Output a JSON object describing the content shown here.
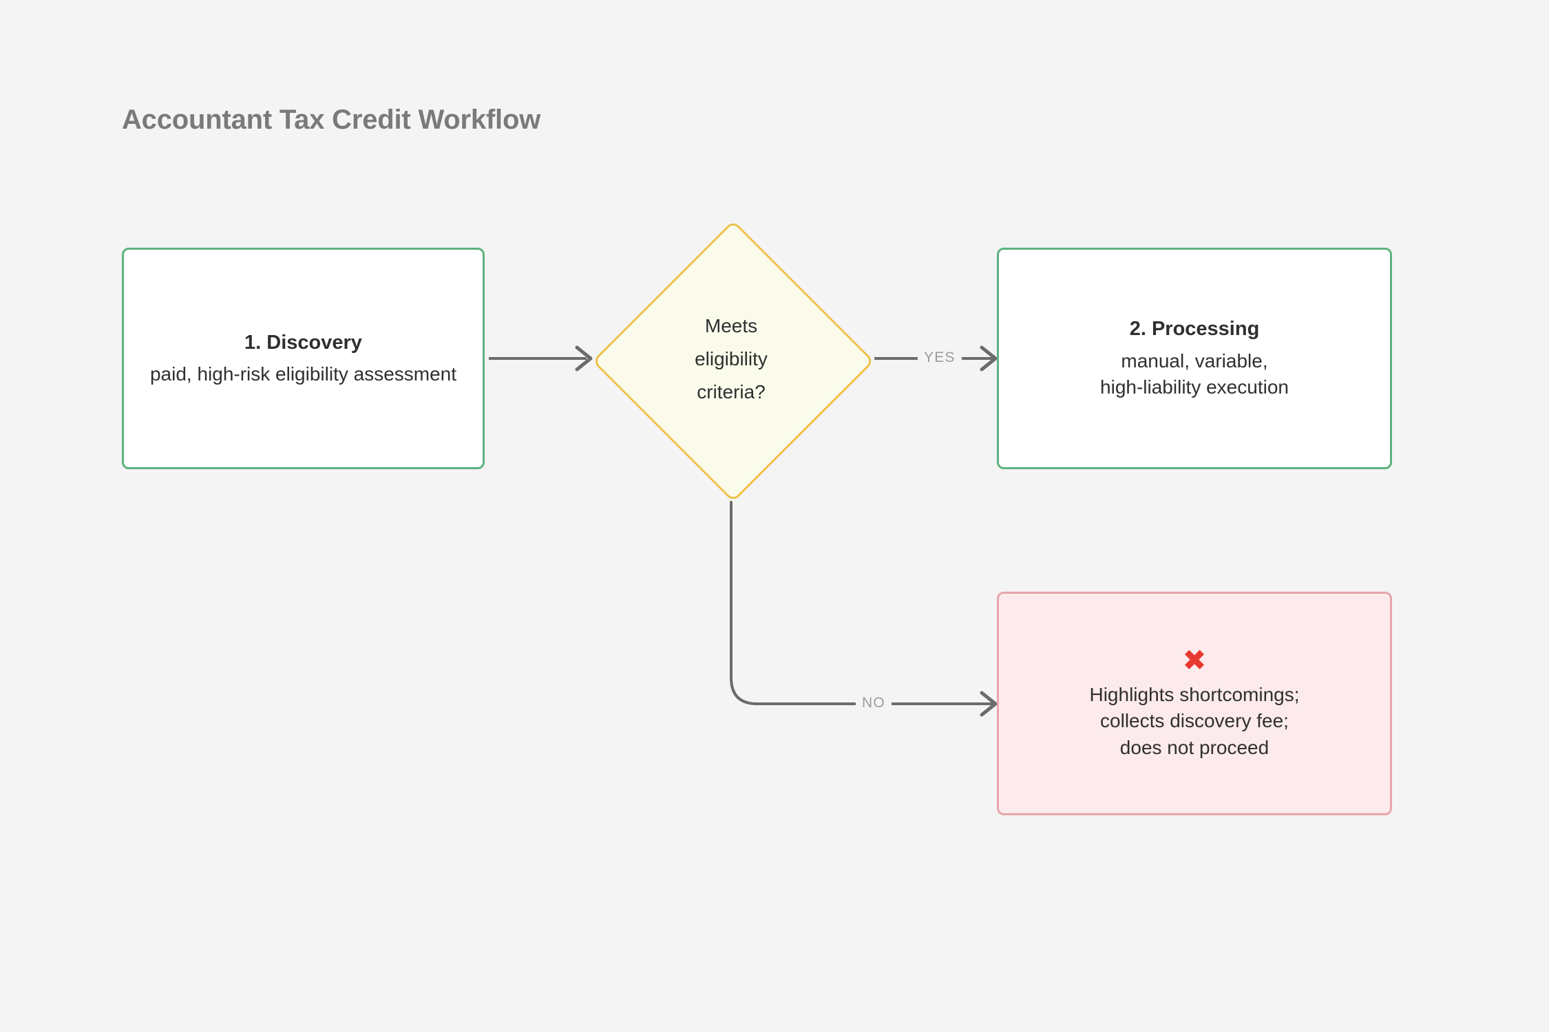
{
  "title": "Accountant Tax Credit Workflow",
  "colors": {
    "background": "#f4f4f4",
    "title_text": "#7a7a7a",
    "process_border": "#5cb27f",
    "process_fill": "#ffffff",
    "decision_border": "#efc14a",
    "decision_fill": "#fbfbec",
    "reject_border": "#e8a5ad",
    "reject_fill": "#fdeaec",
    "reject_icon": "#e8392e",
    "connector": "#6b6b6b",
    "edge_label": "#9b9b9b",
    "body_text": "#2f2f2f"
  },
  "nodes": {
    "discovery": {
      "kind": "process",
      "title": "1. Discovery",
      "description": "paid, high-risk eligibility assessment"
    },
    "decision": {
      "kind": "decision",
      "line1": "Meets",
      "line2": "eligibility",
      "line3": "criteria?"
    },
    "processing": {
      "kind": "process",
      "title": "2. Processing",
      "description_line1": "manual, variable,",
      "description_line2": "high-liability execution"
    },
    "rejection": {
      "kind": "terminal",
      "icon": "cross-mark-icon",
      "icon_glyph": "✖",
      "line1": "Highlights shortcomings;",
      "line2": "collects discovery fee;",
      "line3": "does not proceed"
    }
  },
  "edges": {
    "discovery_to_decision": {
      "label": ""
    },
    "decision_yes": {
      "label": "YES"
    },
    "decision_no": {
      "label": "NO"
    }
  }
}
